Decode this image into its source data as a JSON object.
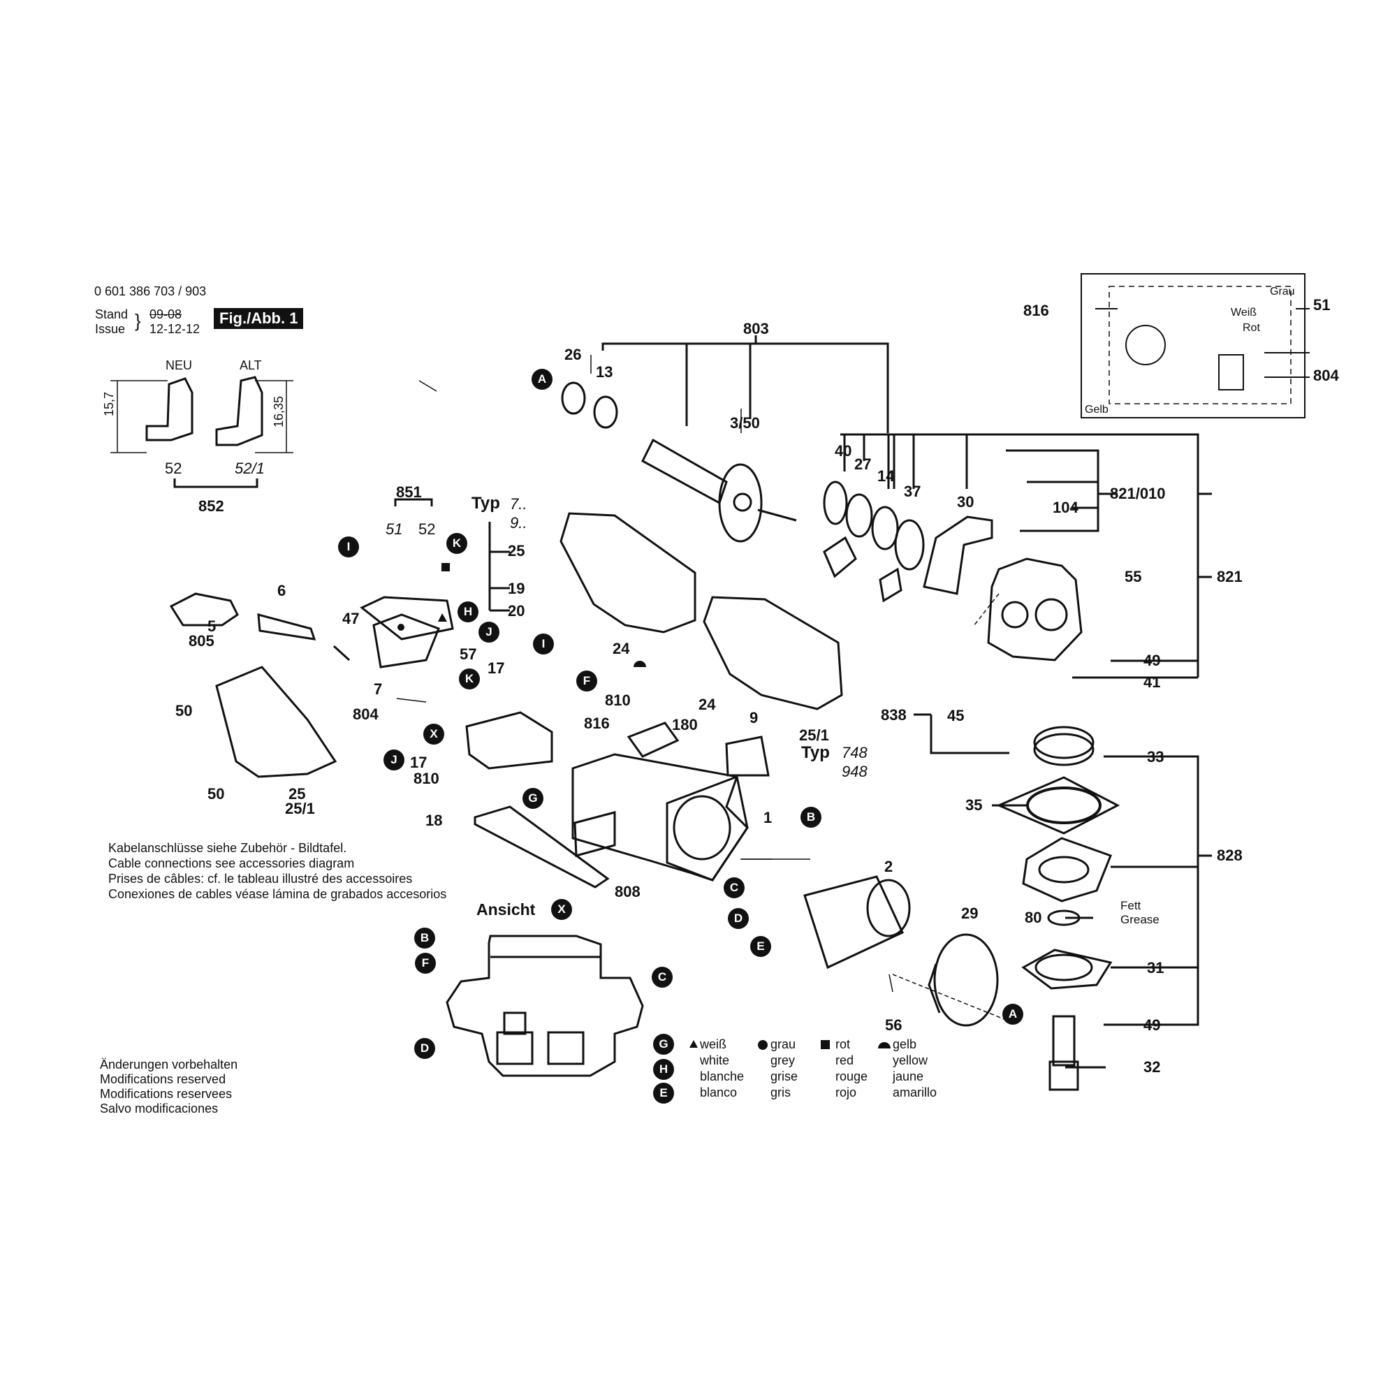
{
  "header": {
    "part_no": "0 601 386 703 / 903",
    "stand_label": "Stand",
    "issue_label": "Issue",
    "stand_value": "09-08",
    "issue_value": "12-12-12",
    "figure": "Fig./Abb. 1"
  },
  "dimensions": {
    "neu": "NEU",
    "alt": "ALT",
    "d1": "15,7",
    "d2": "16,35",
    "p52": "52",
    "p52_1": "52/1",
    "p852": "852"
  },
  "typ": {
    "typ": "Typ",
    "t7": "7..",
    "t9": "9..",
    "t748": "748",
    "t948": "948"
  },
  "schematic": {
    "grau": "Grau",
    "weiss": "Weiß",
    "rot": "Rot",
    "gelb": "Gelb",
    "p816": "816",
    "p51": "51",
    "p804": "804"
  },
  "labels": {
    "p803": "803",
    "p26": "26",
    "p13": "13",
    "p3_50": "3/50",
    "p40": "40",
    "p27": "27",
    "p14": "14",
    "p37": "37",
    "p30": "30",
    "p821_010": "821/010",
    "p104": "104",
    "p821": "821",
    "p55": "55",
    "p49a": "49",
    "p41": "41",
    "p838": "838",
    "p45": "45",
    "p33": "33",
    "p35": "35",
    "p828": "828",
    "p80": "80",
    "p31": "31",
    "p49b": "49",
    "p32": "32",
    "p29": "29",
    "p2": "2",
    "p56": "56",
    "p1": "1",
    "p9": "9",
    "p180": "180",
    "p25_1a": "25/1",
    "p24a": "24",
    "p24b": "24",
    "p25a": "25",
    "p19": "19",
    "p20": "20",
    "p851": "851",
    "p51b": "51",
    "p52b": "52",
    "p6": "6",
    "p5": "5",
    "p805": "805",
    "p47": "47",
    "p57": "57",
    "p7": "7",
    "p804b": "804",
    "p17a": "17",
    "p810a": "810",
    "p816b": "816",
    "p17b": "17",
    "p810b": "810",
    "p18": "18",
    "p808": "808",
    "p50a": "50",
    "p50b": "50",
    "p25b": "25",
    "p25_1b": "25/1"
  },
  "fett": {
    "fett": "Fett",
    "grease": "Grease"
  },
  "badges": {
    "A": "A",
    "B": "B",
    "C": "C",
    "D": "D",
    "E": "E",
    "F": "F",
    "G": "G",
    "H": "H",
    "I": "I",
    "J": "J",
    "K": "K",
    "X": "X"
  },
  "notes": {
    "cable_de": "Kabelanschlüsse siehe Zubehör - Bildtafel.",
    "cable_en": "Cable connections see accessories diagram",
    "cable_fr": "Prises de câbles: cf. le tableau illustré des accessoires",
    "cable_es": "Conexiones de cables véase lámina de grabados accesorios",
    "ansicht": "Ansicht",
    "mod_de": "Änderungen vorbehalten",
    "mod_en": "Modifications reserved",
    "mod_fr": "Modifications reservees",
    "mod_es": "Salvo modificaciones"
  },
  "legend": {
    "white": [
      "weiß",
      "white",
      "blanche",
      "blanco"
    ],
    "grey": [
      "grau",
      "grey",
      "grise",
      "gris"
    ],
    "red": [
      "rot",
      "red",
      "rouge",
      "rojo"
    ],
    "yellow": [
      "gelb",
      "yellow",
      "jaune",
      "amarillo"
    ]
  }
}
